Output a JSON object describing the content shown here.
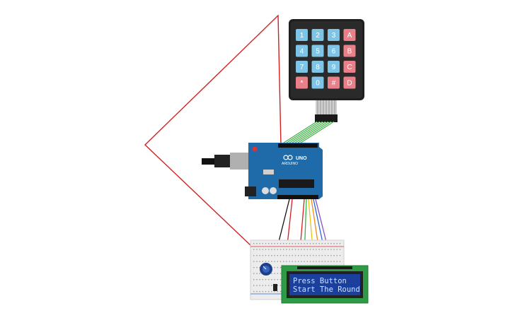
{
  "keypad": {
    "keys": [
      {
        "label": "1",
        "color": "#7ec4e6"
      },
      {
        "label": "2",
        "color": "#7ec4e6"
      },
      {
        "label": "3",
        "color": "#7ec4e6"
      },
      {
        "label": "A",
        "color": "#e8808a"
      },
      {
        "label": "4",
        "color": "#7ec4e6"
      },
      {
        "label": "5",
        "color": "#7ec4e6"
      },
      {
        "label": "6",
        "color": "#7ec4e6"
      },
      {
        "label": "B",
        "color": "#e8808a"
      },
      {
        "label": "7",
        "color": "#7ec4e6"
      },
      {
        "label": "8",
        "color": "#7ec4e6"
      },
      {
        "label": "9",
        "color": "#7ec4e6"
      },
      {
        "label": "C",
        "color": "#e8808a"
      },
      {
        "label": "*",
        "color": "#e8808a"
      },
      {
        "label": "0",
        "color": "#7ec4e6"
      },
      {
        "label": "#",
        "color": "#e8808a"
      },
      {
        "label": "D",
        "color": "#e8808a"
      }
    ]
  },
  "arduino": {
    "model": "UNO",
    "brand": "ARDUINO"
  },
  "lcd": {
    "line1": "Press Button",
    "line2": "Start The Round"
  },
  "colors": {
    "board": "#1f6aa8",
    "lcd_pcb": "#2e9a45",
    "lcd_screen": "#1a3f9c",
    "keypad_body": "#1f1f1f",
    "wire_red": "#d42020",
    "wire_green": "#3cb043",
    "wire_black": "#111111",
    "wire_yellow": "#e8c21a",
    "wire_orange": "#f08a1c",
    "wire_blue": "#2a66d8",
    "wire_purple": "#8a4ad0",
    "breadboard": "#ececec"
  }
}
